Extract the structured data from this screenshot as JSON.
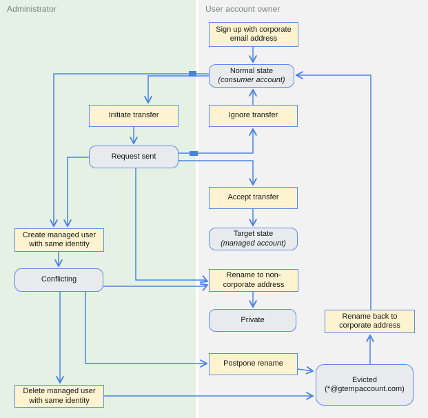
{
  "lanes": {
    "admin": {
      "label": "Administrator"
    },
    "user": {
      "label": "User account owner"
    }
  },
  "colors": {
    "lane_admin_bg": "#e5f1e4",
    "lane_user_bg": "#f2f2f3",
    "action_fill": "#fdf3d0",
    "state_fill": "#e8eaed",
    "node_border": "#5b8bec",
    "edge": "#4a82e4",
    "lane_title_text": "#7d8084"
  },
  "nodes": {
    "sign_up": {
      "type": "action",
      "lines": [
        "Sign up with corporate",
        "email address"
      ]
    },
    "normal_state": {
      "type": "state",
      "lines": [
        "Normal state",
        "(consumer account)"
      ]
    },
    "initiate_transfer": {
      "type": "action",
      "lines": [
        "Initiate transfer"
      ]
    },
    "ignore_transfer": {
      "type": "action",
      "lines": [
        "Ignore transfer"
      ]
    },
    "request_sent": {
      "type": "state",
      "lines": [
        "Request sent"
      ]
    },
    "accept_transfer": {
      "type": "action",
      "lines": [
        "Accept transfer"
      ]
    },
    "target_state": {
      "type": "state",
      "lines": [
        "Target state",
        "(managed account)"
      ]
    },
    "create_managed_user": {
      "type": "action",
      "lines": [
        "Create managed user",
        "with same identity"
      ]
    },
    "conflicting": {
      "type": "state",
      "lines": [
        "Conflicting"
      ]
    },
    "rename_non_corporate": {
      "type": "action",
      "lines": [
        "Rename to non-",
        "corporate address"
      ]
    },
    "private": {
      "type": "state",
      "lines": [
        "Private"
      ]
    },
    "rename_back": {
      "type": "action",
      "lines": [
        "Rename back to",
        "corporate address"
      ]
    },
    "postpone_rename": {
      "type": "action",
      "lines": [
        "Postpone rename"
      ]
    },
    "evicted": {
      "type": "state",
      "lines": [
        "Evicted",
        "(*@gtempaccount.com)"
      ]
    },
    "delete_managed_user": {
      "type": "action",
      "lines": [
        "Delete managed user",
        "with same identity"
      ]
    }
  },
  "edges": [
    {
      "from": "sign_up",
      "to": "normal_state"
    },
    {
      "from": "ignore_transfer",
      "to": "normal_state"
    },
    {
      "from": "normal_state",
      "to": "create_managed_user"
    },
    {
      "from": "normal_state",
      "to": "initiate_transfer"
    },
    {
      "from": "initiate_transfer",
      "to": "request_sent"
    },
    {
      "from": "request_sent",
      "to": "ignore_transfer"
    },
    {
      "from": "request_sent",
      "to": "accept_transfer"
    },
    {
      "from": "accept_transfer",
      "to": "target_state"
    },
    {
      "from": "request_sent",
      "to": "create_managed_user"
    },
    {
      "from": "request_sent",
      "to": "rename_non_corporate"
    },
    {
      "from": "conflicting",
      "to": "rename_non_corporate"
    },
    {
      "from": "create_managed_user",
      "to": "conflicting"
    },
    {
      "from": "rename_non_corporate",
      "to": "private"
    },
    {
      "from": "conflicting",
      "to": "delete_managed_user"
    },
    {
      "from": "conflicting",
      "to": "postpone_rename"
    },
    {
      "from": "postpone_rename",
      "to": "evicted"
    },
    {
      "from": "delete_managed_user",
      "to": "evicted"
    },
    {
      "from": "evicted",
      "to": "rename_back"
    },
    {
      "from": "rename_back",
      "to": "normal_state"
    }
  ]
}
